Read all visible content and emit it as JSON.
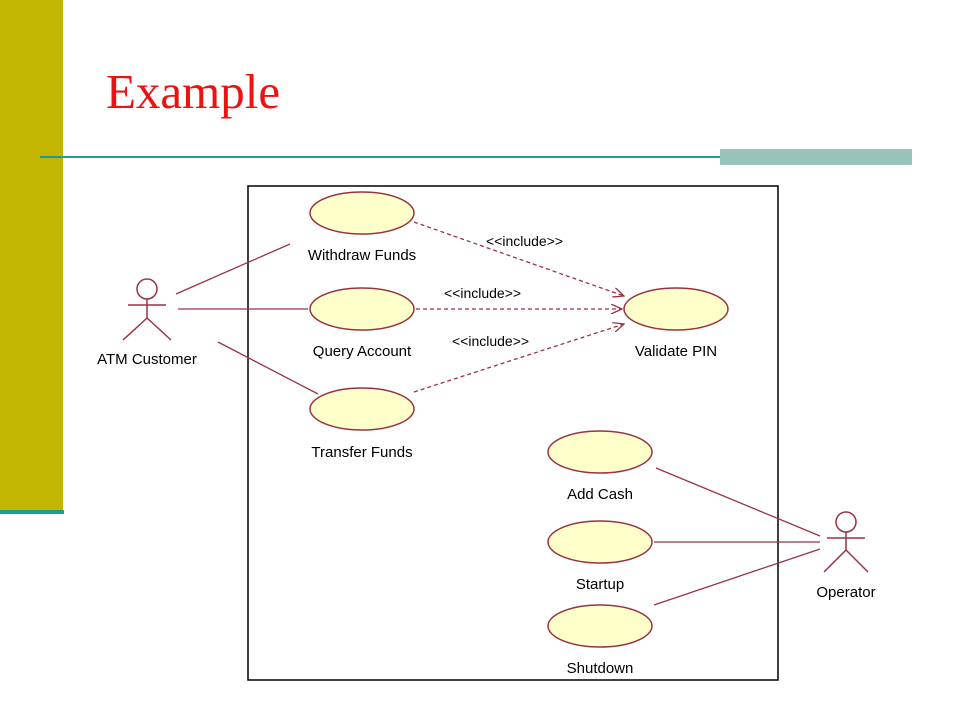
{
  "slide": {
    "title": "Example"
  },
  "colors": {
    "left_bar": "#c3b600",
    "accent_teal": "#1f9c9a",
    "accent_block": "#99c2b9",
    "title_red": "#ee1111",
    "line_maroon": "#993344",
    "usecase_fill": "#ffffc9"
  },
  "diagram": {
    "actors": {
      "atm_customer": "ATM Customer",
      "operator": "Operator"
    },
    "use_cases": {
      "withdraw_funds": "Withdraw Funds",
      "query_account": "Query Account",
      "transfer_funds": "Transfer Funds",
      "validate_pin": "Validate PIN",
      "add_cash": "Add Cash",
      "startup": "Startup",
      "shutdown": "Shutdown"
    },
    "include_label": "<<include>>"
  }
}
